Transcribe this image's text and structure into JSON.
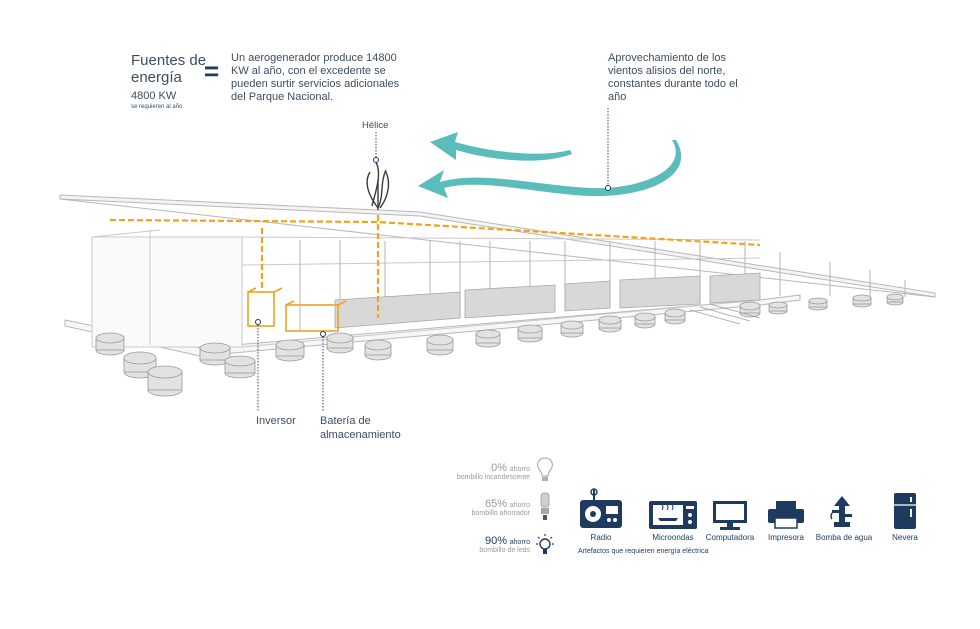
{
  "energy": {
    "title": "Fuentes de energía",
    "equals": "=",
    "kw": "4800 KW",
    "kw_sub": "se requieren al año",
    "description": "Un aerogenerador produce 14800 KW al año, con el excedente se pueden surtir servicios adicionales del Parque Nacional."
  },
  "winds": {
    "text": "Aprovechamiento de los vientos alisios del norte, constantes durante todo el año"
  },
  "labels": {
    "helice": "Hélice",
    "inversor": "Inversor",
    "bateria": "Batería de almacenamiento"
  },
  "bulbs": [
    {
      "percent": "0%",
      "ahorro": "ahorro",
      "name": "bombillo incandescente"
    },
    {
      "percent": "65%",
      "ahorro": "ahorro",
      "name": "bombillo ahorrador"
    },
    {
      "percent": "90%",
      "ahorro": "ahorro",
      "name": "bombillo de leds"
    }
  ],
  "appliances": [
    {
      "label": "Radio",
      "icon": "radio-icon"
    },
    {
      "label": "Microondas",
      "icon": "microwave-icon"
    },
    {
      "label": "Computadora",
      "icon": "computer-icon"
    },
    {
      "label": "Impresora",
      "icon": "printer-icon"
    },
    {
      "label": "Bomba de agua",
      "icon": "water-pump-icon"
    },
    {
      "label": "Nevera",
      "icon": "fridge-icon"
    }
  ],
  "appliances_caption": "Artefactos que requieren energía eléctrica",
  "colors": {
    "navy": "#1f3a5f",
    "teal": "#5bbcbc",
    "orange": "#f2a21b",
    "line": "#b8b8b8"
  }
}
